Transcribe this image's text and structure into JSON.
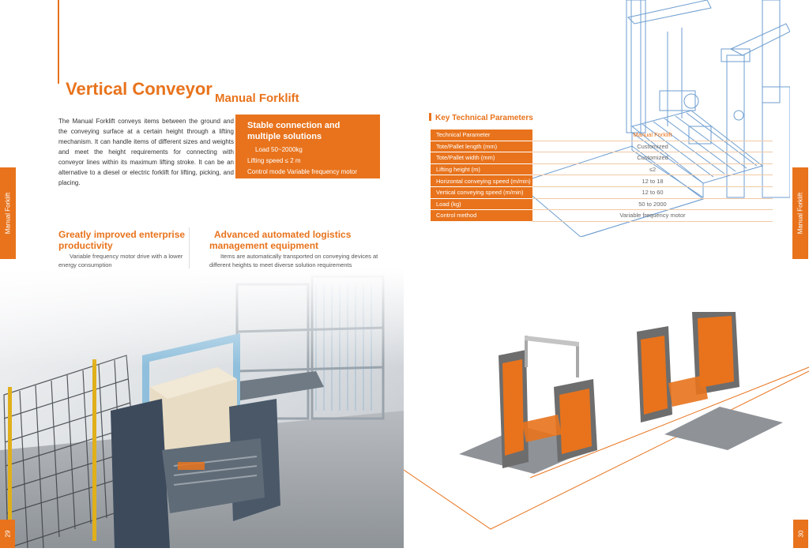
{
  "title": "Vertical Conveyor",
  "subtitle": "Manual Forklift",
  "intro": "The Manual Forklift conveys items between the ground and the conveying surface at a certain height through a lifting mechanism. It can handle items of different sizes and weights and meet the height requirements for connecting with conveyor lines within its maximum lifting stroke. It can be an alternative to a diesel or electric forklift for lifting, picking, and placing.",
  "spec_box": {
    "heading": "Stable connection and\nmultiple solutions",
    "load": "Load  50~2000kg",
    "speed": "Lifting speed ≤ 2 m",
    "control": "Control mode Variable frequency motor"
  },
  "side_tab": "Manual Forklift",
  "features": [
    {
      "title": "Greatly improved enterprise productivity",
      "desc": "Variable frequency motor drive with a lower energy consumption"
    },
    {
      "title": "Advanced automated logistics management equipment",
      "desc": "Items are automatically transported on conveying devices at different heights to meet diverse solution requirements"
    }
  ],
  "params": {
    "heading": "Key Technical Parameters",
    "rows": [
      {
        "label": "Technical Parameter",
        "value": "Manual Forklift"
      },
      {
        "label": "Tote/Pallet length (mm)",
        "value": "Customized"
      },
      {
        "label": "Tote/Pallet width (mm)",
        "value": "Customized"
      },
      {
        "label": "Lifting height (m)",
        "value": "≤2"
      },
      {
        "label": "Horizontal conveying speed (m/min)",
        "value": "12 to 18"
      },
      {
        "label": "Vertical conveying speed (m/min)",
        "value": "12 to 60"
      },
      {
        "label": "Load (kg)",
        "value": "50 to 2000"
      },
      {
        "label": "Control method",
        "value": "Variable frequency motor"
      }
    ]
  },
  "page_left": "29",
  "page_right": "30",
  "colors": {
    "accent": "#e8731c",
    "drawing_line": "#6e9ed0",
    "machine_frame": "#6d6d6d"
  }
}
